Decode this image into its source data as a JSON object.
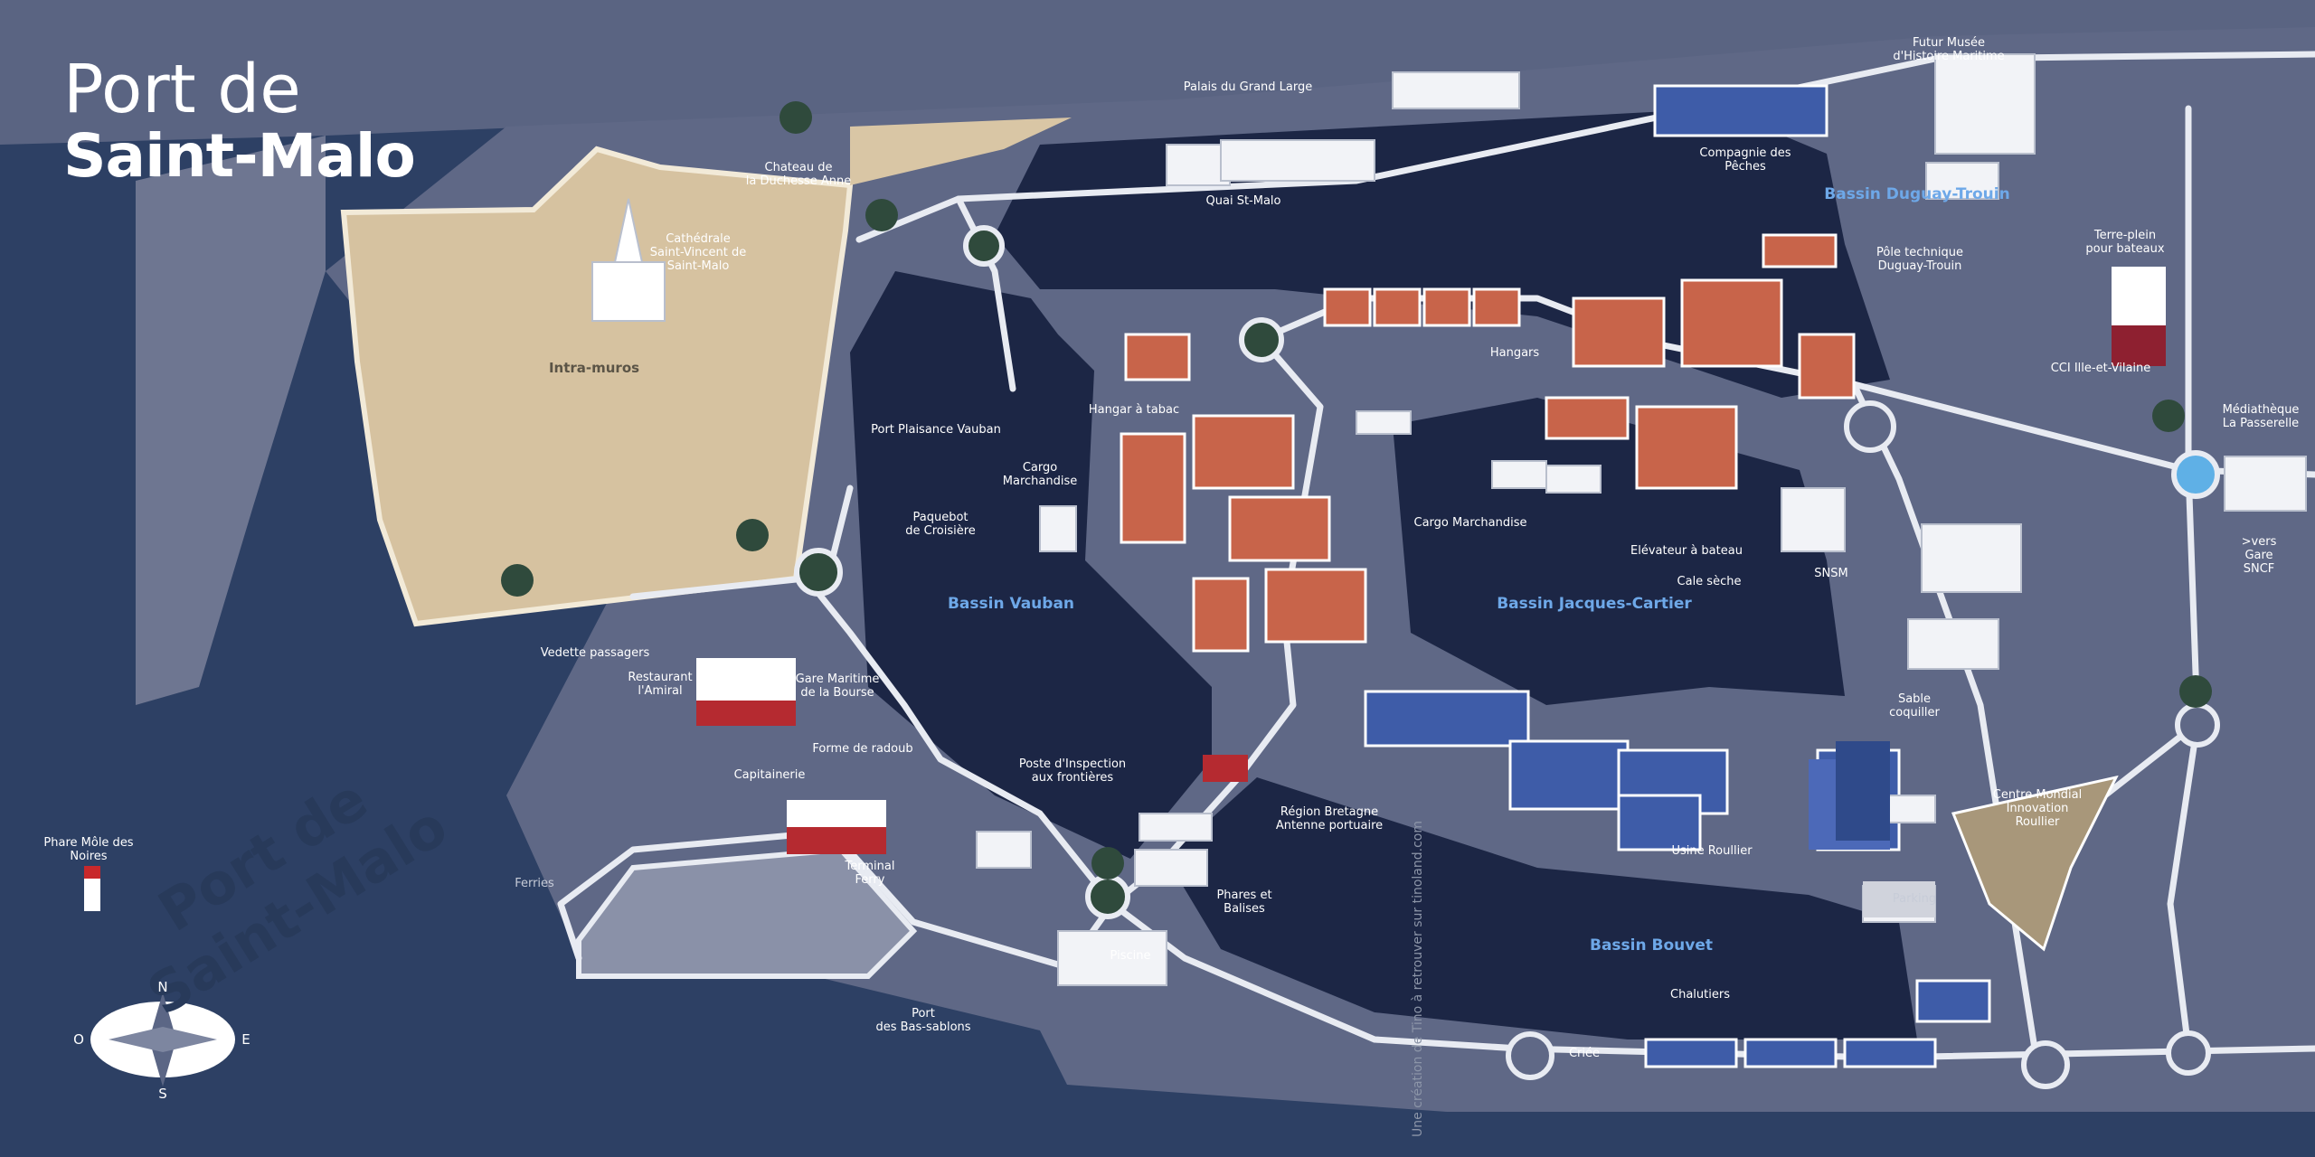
{
  "title": {
    "line1": "Port de",
    "line2": "Saint-Malo"
  },
  "labels": {
    "palais_grand_large": "Palais du Grand Large",
    "futur_musee": "Futur Musée\nd'Histoire Maritime",
    "compagnie_peches": "Compagnie des\nPêches",
    "chateau": "Chateau de\nla Duchesse Anne",
    "quai_st_malo": "Quai St-Malo",
    "cathedrale": "Cathédrale\nSaint-Vincent de\nSaint-Malo",
    "intra_muros": "Intra-muros",
    "pole_technique": "Pôle technique\nDuguay-Trouin",
    "terre_plein": "Terre-plein\npour bateaux",
    "hangars": "Hangars",
    "cci": "CCI Ille-et-Vilaine",
    "hangar_tabac": "Hangar à tabac",
    "port_plaisance": "Port Plaisance Vauban",
    "mediatheque": "Médiathèque\nLa Passerelle",
    "cargo_marchandise_1": "Cargo\nMarchandise",
    "paquebot": "Paquebot\nde Croisière",
    "cargo_marchandise_2": "Cargo Marchandise",
    "elevateur": "Elévateur à bateau",
    "vers_gare": ">vers Gare SNCF",
    "snsm": "SNSM",
    "cale_seche": "Cale sèche",
    "vedette": "Vedette passagers",
    "restaurant": "Restaurant\nl'Amiral",
    "gare_maritime": "Gare Maritime\nde la Bourse",
    "sable": "Sable\ncoquiller",
    "forme_radoub": "Forme de radoub",
    "capitainerie": "Capitainerie",
    "poste_inspection": "Poste d'Inspection\naux frontières",
    "centre_mondial": "Centre Mondial\nInnovation\nRoullier",
    "region_bretagne": "Région Bretagne\nAntenne portuaire",
    "phare_mole": "Phare Môle des\nNoires",
    "terminal_ferry": "Terminal\nFerry",
    "usine_roullier": "Usine Roullier",
    "ferries": "Ferries",
    "phares_balises": "Phares et\nBalises",
    "parking": "Parking",
    "piscine": "Piscine",
    "chalutiers": "Chalutiers",
    "port_bas_sablons": "Port\ndes Bas-sablons",
    "criee": "Criée"
  },
  "basins": {
    "duguay_trouin": "Bassin Duguay-Trouin",
    "vauban": "Bassin Vauban",
    "jacques_cartier": "Bassin Jacques-Cartier",
    "bouvet": "Bassin Bouvet"
  },
  "sea_stamp": "Port de\nSaint-Malo",
  "compass": {
    "north": "N",
    "south": "S",
    "east": "E",
    "west": "O"
  },
  "watermark": "Une création de Tino à retrouver sur tinoland.com",
  "colors": {
    "sea": "#2d4064",
    "basin_water": "#1c2645",
    "land": "#5f6886",
    "quay": "#7a8199",
    "road": "#e8ebf2",
    "old_town": "#d6c2a0",
    "roof_red": "#c8644a",
    "roof_blue": "#3e5ca8",
    "tree": "#2f4a3c",
    "basin_label": "#6ea8e8"
  }
}
